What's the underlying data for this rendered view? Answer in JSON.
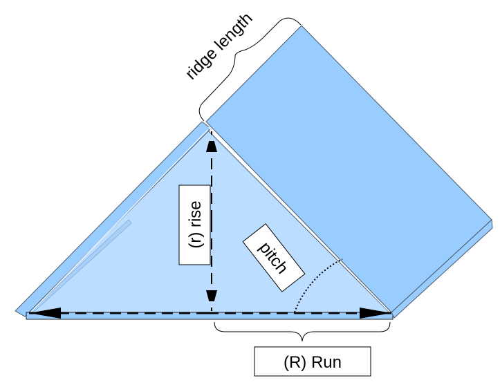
{
  "labels": {
    "ridge_length": "ridge length",
    "rise": "(r) rise",
    "pitch": "pitch",
    "run": "(R) Run"
  },
  "colors": {
    "roof_panel": "#99CCFF",
    "gable_fill": "#BBDDFF",
    "outline": "#4A5A6A"
  }
}
